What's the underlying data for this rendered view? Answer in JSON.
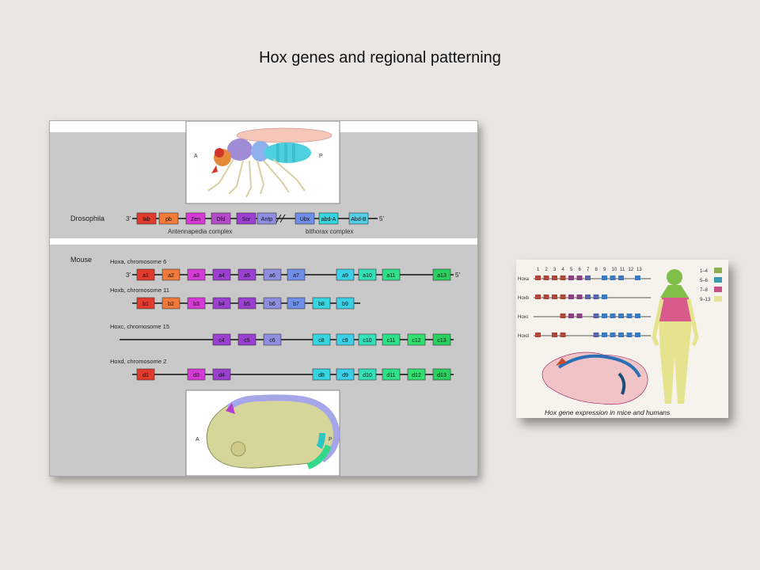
{
  "title": "Hox genes and regional patterning",
  "fly": {
    "anterior": "A",
    "posterior": "P"
  },
  "drosophila": {
    "label": "Drosophila",
    "left_end": "3′",
    "right_end": "5′",
    "genes": [
      {
        "name": "lab",
        "color": "#e23a2c"
      },
      {
        "name": "pb",
        "color": "#f07a3a"
      },
      {
        "name": "Zen",
        "color": "#d63ad6"
      },
      {
        "name": "Dfd",
        "color": "#b54cc9"
      },
      {
        "name": "Scr",
        "color": "#9a3fd0"
      },
      {
        "name": "Antp",
        "color": "#8f8de0"
      },
      {
        "name": "Ubx",
        "color": "#6f8ee8"
      },
      {
        "name": "abd-A",
        "color": "#36d6e0"
      },
      {
        "name": "Abd-B",
        "color": "#56cfe6"
      }
    ],
    "complex1": "Antennapedia complex",
    "complex2": "bithorax complex"
  },
  "mouse": {
    "label": "Mouse",
    "left_end": "3′",
    "right_end": "5′",
    "clusters": [
      {
        "name": "Hoxa, chromosome 6",
        "genes": [
          "a1",
          "a2",
          "a3",
          "a4",
          "a5",
          "a6",
          "a7",
          "a9",
          "a10",
          "a11",
          "a13"
        ]
      },
      {
        "name": "Hoxb, chromosome 11",
        "genes": [
          "b1",
          "b2",
          "b3",
          "b4",
          "b5",
          "b6",
          "b7",
          "b8",
          "b9"
        ]
      },
      {
        "name": "Hoxc, chromosome 15",
        "genes": [
          "c4",
          "c5",
          "c6",
          "c8",
          "c9",
          "c10",
          "c11",
          "c12",
          "c13"
        ]
      },
      {
        "name": "Hoxd, chromosome 2",
        "genes": [
          "d1",
          "d3",
          "d4",
          "d8",
          "d9",
          "d10",
          "d11",
          "d12",
          "d13"
        ]
      }
    ]
  },
  "embryo": {
    "anterior": "A",
    "posterior": "P"
  },
  "small_figure": {
    "caption": "Hox gene expression in mice and humans",
    "numbers": [
      "1",
      "2",
      "3",
      "4",
      "5",
      "6",
      "7",
      "8",
      "9",
      "10",
      "11",
      "12",
      "13"
    ],
    "rows": [
      "Hoxa",
      "Hoxb",
      "Hoxc",
      "Hoxd"
    ],
    "legend": [
      {
        "label": "1–4",
        "color": "#8fae52"
      },
      {
        "label": "5–6",
        "color": "#3a9ab0"
      },
      {
        "label": "7–8",
        "color": "#c54f87"
      },
      {
        "label": "9–13",
        "color": "#e8e39a"
      }
    ]
  }
}
